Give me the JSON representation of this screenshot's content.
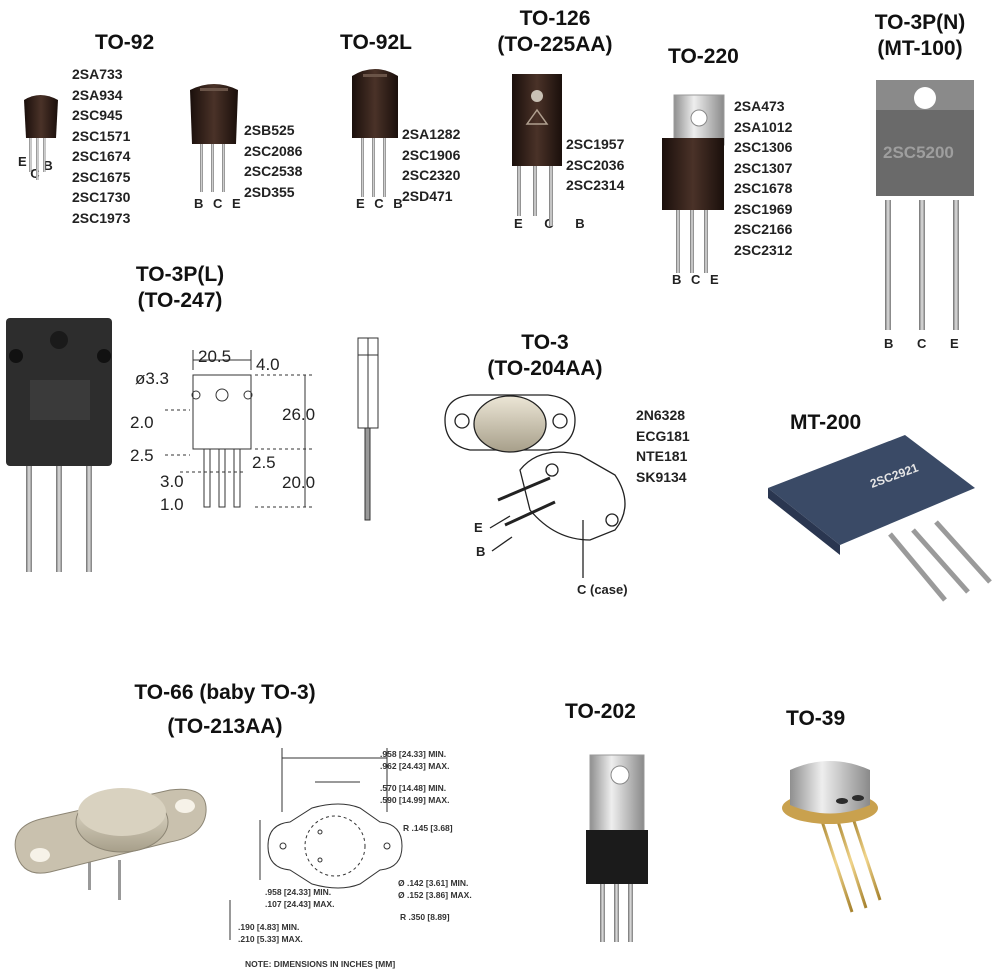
{
  "packages": {
    "to92": {
      "title": "TO-92",
      "pins1": "E C B",
      "pins2": "B C E",
      "parts_a": [
        "2SA733",
        "2SA934",
        "2SC945",
        "2SC1571",
        "2SC1674",
        "2SC1675",
        "2SC1730",
        "2SC1973"
      ],
      "parts_b": [
        "2SB525",
        "2SC2086",
        "2SC2538",
        "2SD355"
      ]
    },
    "to92l": {
      "title": "TO-92L",
      "pins": "E C B",
      "parts": [
        "2SA1282",
        "2SC1906",
        "2SC2320",
        "2SD471"
      ]
    },
    "to126": {
      "title": "TO-126",
      "subtitle": "(TO-225AA)",
      "pins": "E C B",
      "parts": [
        "2SC1957",
        "2SC2036",
        "2SC2314"
      ]
    },
    "to220": {
      "title": "TO-220",
      "pins": "B C E",
      "parts": [
        "2SA473",
        "2SA1012",
        "2SC1306",
        "2SC1307",
        "2SC1678",
        "2SC1969",
        "2SC2166",
        "2SC2312"
      ]
    },
    "to3pn": {
      "title": "TO-3P(N)",
      "subtitle": "(MT-100)",
      "marking": "2SC5200",
      "pins": [
        "B",
        "C",
        "E"
      ]
    },
    "to3pl": {
      "title": "TO-3P(L)",
      "subtitle": "(TO-247)",
      "dims": {
        "pitch_top": "20.5",
        "top_right": "4.0",
        "hole": "ø3.3",
        "left_a": "2.0",
        "height": "26.0",
        "left_b": "2.5",
        "right_b": "2.5",
        "lead_w": "3.0",
        "lead_len": "20.0",
        "lead_t": "1.0"
      }
    },
    "to3": {
      "title": "TO-3",
      "subtitle": "(TO-204AA)",
      "parts": [
        "2N6328",
        "ECG181",
        "NTE181",
        "SK9134"
      ],
      "pin_e": "E",
      "pin_b": "B",
      "case_label": "C (case)"
    },
    "mt200": {
      "title": "MT-200",
      "marking": "2SC2921"
    },
    "to66": {
      "title": "TO-66 (baby TO-3)",
      "subtitle": "(TO-213AA)",
      "dims": {
        "d1": ".958 [24.33] MIN.",
        "d2": ".962 [24.43] MAX.",
        "d3": ".570 [14.48] MIN.",
        "d4": ".590 [14.99] MAX.",
        "r1": "R .145 [3.68]",
        "d5": ".958 [24.33] MIN.",
        "d6": ".107 [24.43] MAX.",
        "d7": "Ø .142 [3.61] MIN.",
        "d8": "Ø .152 [3.86] MAX.",
        "d9": ".190 [4.83] MIN.",
        "d10": ".210 [5.33] MAX.",
        "r2": "R .350 [8.89]",
        "note": "NOTE: DIMENSIONS IN INCHES [MM]"
      }
    },
    "to202": {
      "title": "TO-202"
    },
    "to39": {
      "title": "TO-39"
    }
  },
  "colors": {
    "black_plastic": "#2a1c16",
    "metal": "#c9c1ae",
    "lead": "#9a9a9a",
    "mt200": "#3a4a66",
    "gold": "#d6b25a"
  }
}
